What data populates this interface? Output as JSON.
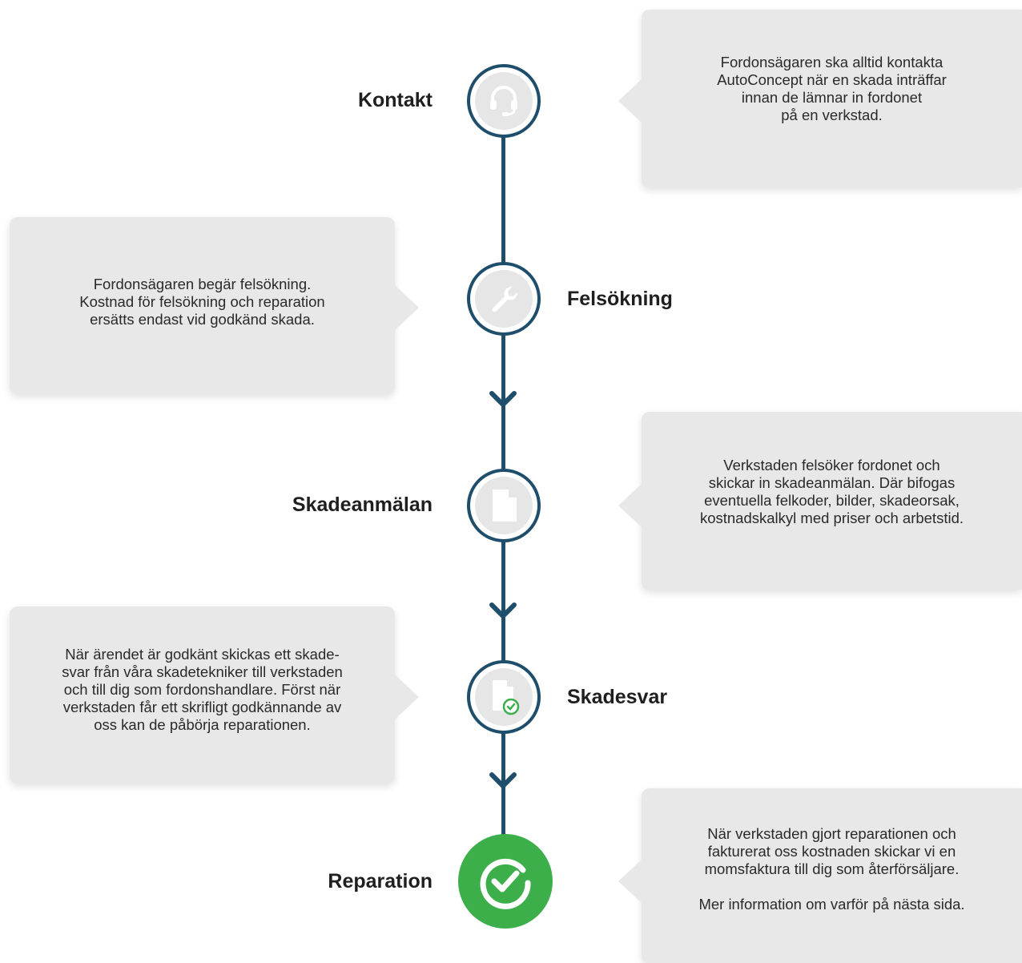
{
  "steps": [
    {
      "label": "Kontakt",
      "icon": "headset-icon",
      "text": "Fordonsägaren ska alltid kontakta\nAutoConcept när en skada inträffar\ninnan de lämnar in fordonet\npå en verkstad."
    },
    {
      "label": "Felsökning",
      "icon": "wrench-icon",
      "text": "Fordonsägaren begär felsökning.\nKostnad för felsökning och reparation\nersätts endast vid godkänd skada."
    },
    {
      "label": "Skadeanmälan",
      "icon": "document-icon",
      "text": "Verkstaden felsöker fordonet och\nskickar in skadeanmälan. Där bifogas\neventuella felkoder, bilder, skadeorsak,\nkostnadskalkyl med priser och arbetstid."
    },
    {
      "label": "Skadesvar",
      "icon": "document-check-icon",
      "text": "När ärendet är godkänt skickas ett skade-\nsvar från våra skadetekniker till verkstaden\noch till dig som fordonshandlare. Först när\nverkstaden får ett skrifligt godkännande av\noss kan de påbörja reparationen."
    },
    {
      "label": "Reparation",
      "icon": "check-circle-icon",
      "text": "När verkstaden gjort reparationen och\nfakturerat oss kostnaden skickar vi en\nmomsfaktura till dig som återförsäljare.\n\nMer information om varför på nästa sida."
    }
  ],
  "colors": {
    "line": "#1e4e6b",
    "box": "#e8e8e8",
    "icon_bg": "#e6e6e6",
    "success": "#3daf4a"
  }
}
